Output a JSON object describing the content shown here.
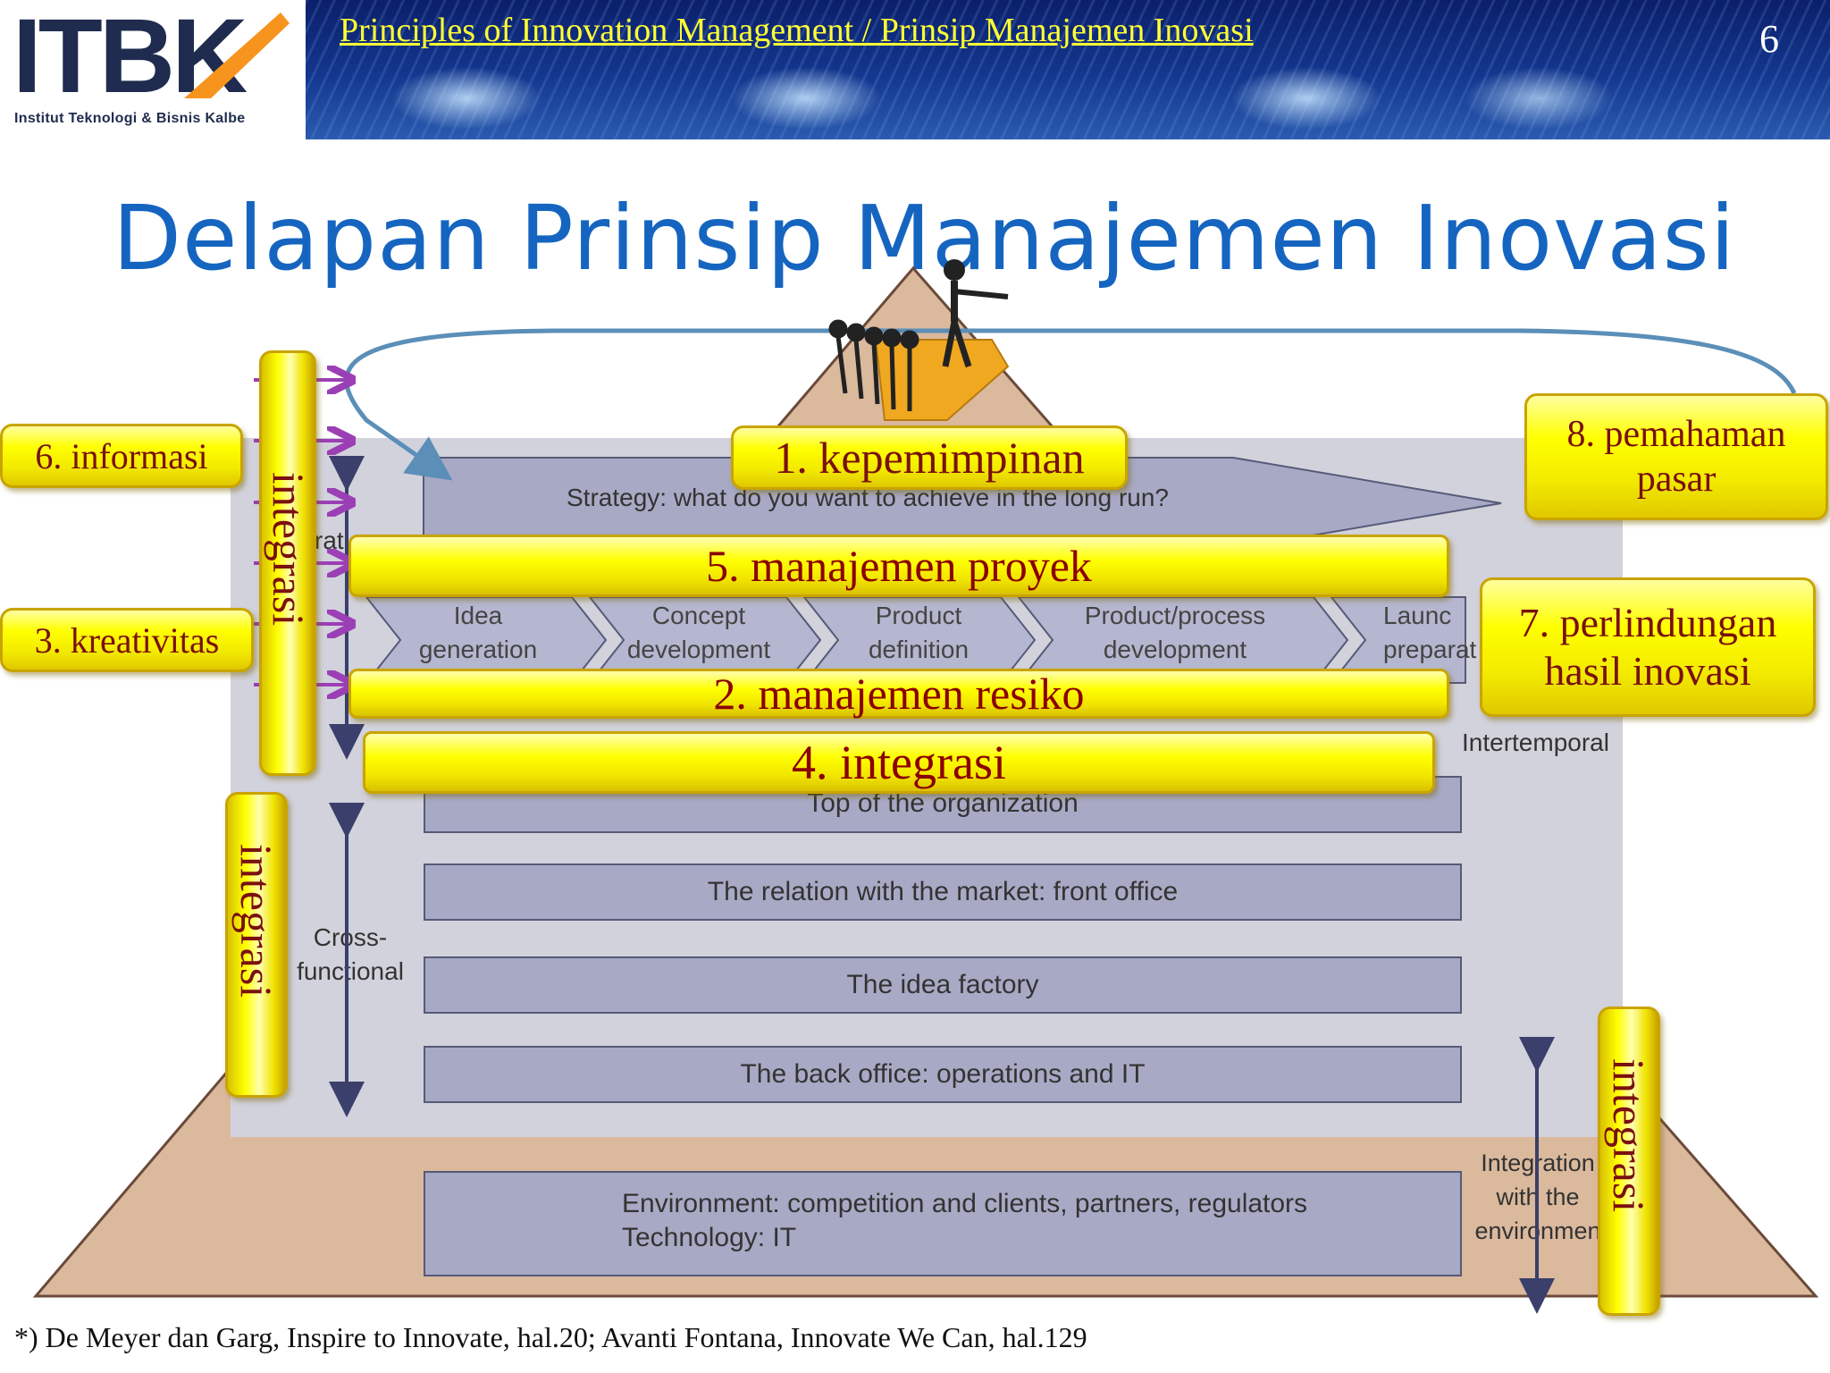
{
  "header": {
    "logo_text": "ITBK",
    "logo_subtitle": "Institut Teknologi & Bisnis Kalbe",
    "course_title": "Principles of Innovation Management / Prinsip Manajemen Inovasi",
    "slide_number": "6"
  },
  "title": "Delapan Prinsip Manajemen Inovasi",
  "principles": {
    "p1": "1. kepemimpinan",
    "p2": "2. manajemen resiko",
    "p3": "3. kreativitas",
    "p4": "4. integrasi",
    "p5": "5. manajemen proyek",
    "p6": "6. informasi",
    "p7_line1": "7. perlindungan",
    "p7_line2": "hasil inovasi",
    "p8_line1": "8. pemahaman",
    "p8_line2": "pasar",
    "integrasi_label": "integrasi"
  },
  "diagram": {
    "strategy": "Strategy: what do you want to achieve in the long run?",
    "stages": [
      {
        "line1": "Idea",
        "line2": "generation"
      },
      {
        "line1": "Concept",
        "line2": "development"
      },
      {
        "line1": "Product",
        "line2": "definition"
      },
      {
        "line1": "Product/process",
        "line2": "development"
      },
      {
        "line1": "Launc",
        "line2": "preparat"
      }
    ],
    "partial_label": "rat",
    "intertemporal": "Intertemporal",
    "layers": [
      "Top of the organization",
      "The relation with the market: front office",
      "The idea factory",
      "The back office: operations and IT"
    ],
    "cross_functional_line1": "Cross-",
    "cross_functional_line2": "functional",
    "environment_line1": "Environment: competition and clients, partners, regulators",
    "environment_line2": "Technology: IT",
    "integration_line1": "Integration",
    "integration_line2": "with the",
    "integration_line3": "environmen"
  },
  "footer": "*) De Meyer dan Garg, Inspire to Innovate, hal.20; Avanti Fontana, Innovate We Can, hal.129",
  "colors": {
    "title_blue": "#1565c0",
    "yellow": "#ffff00",
    "label_red": "#7a1010",
    "arrow_purple": "#9b3fb5",
    "pyramid": "#dbb99d",
    "panel": "#d2d2dc",
    "bar": "#a8a9c5"
  }
}
